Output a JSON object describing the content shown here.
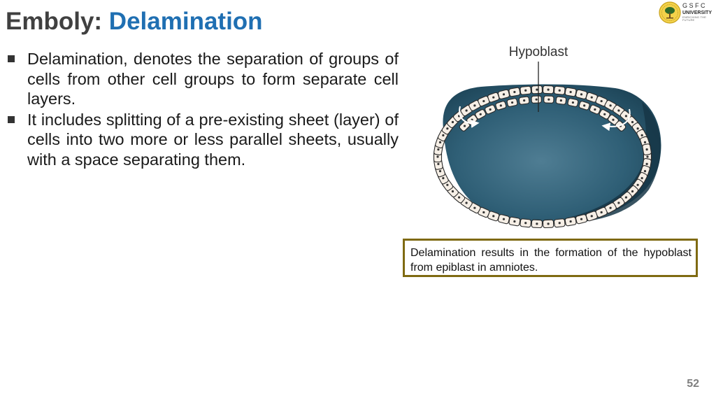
{
  "title": {
    "prefix": "Emboly: ",
    "highlight": "Delamination"
  },
  "logo": {
    "line1": "GSFC",
    "line2": "UNIVERSITY",
    "line3": "ENRICHING THE FUTURE"
  },
  "bullets": [
    "Delamination, denotes the separation of groups of cells from other cell groups to form separate cell layers.",
    "It includes splitting of a pre-existing sheet (layer) of cells into two more or less parallel sheets, usually with a space separating them."
  ],
  "figure": {
    "label": "Hypoblast",
    "colors": {
      "cavity": "#234e63",
      "cavity_light": "#4f7d93",
      "cell_fill": "#f6efe6",
      "cell_stroke": "#2a2a2a"
    }
  },
  "caption": "Delamination results in the formation of the hypoblast from epiblast in amniotes.",
  "page_number": "52",
  "colors": {
    "title": "#404040",
    "accent": "#1f6fb2",
    "caption_border": "#7f6a12",
    "page_number": "#7f7f7f"
  }
}
